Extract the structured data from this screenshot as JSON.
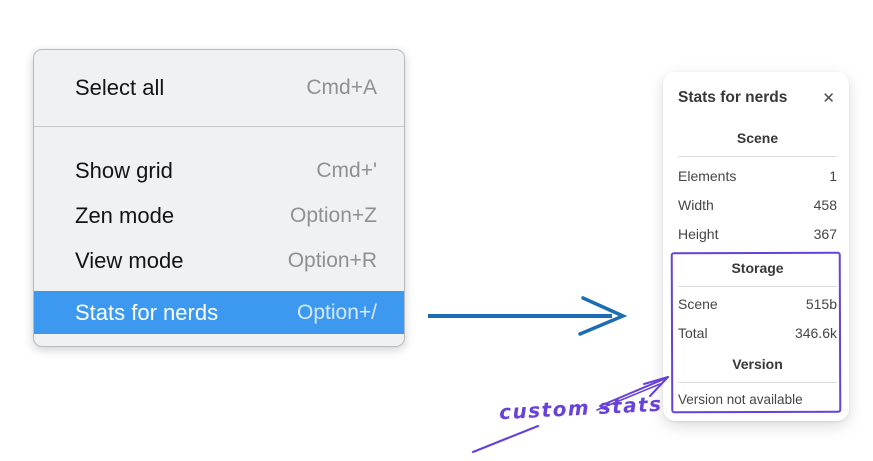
{
  "context_menu": {
    "items": [
      {
        "label": "Select all",
        "shortcut": "Cmd+A",
        "selected": false
      },
      {
        "label": "Show grid",
        "shortcut": "Cmd+'",
        "selected": false
      },
      {
        "label": "Zen mode",
        "shortcut": "Option+Z",
        "selected": false
      },
      {
        "label": "View mode",
        "shortcut": "Option+R",
        "selected": false
      },
      {
        "label": "Stats for nerds",
        "shortcut": "Option+/",
        "selected": true
      }
    ]
  },
  "stats_panel": {
    "title": "Stats for nerds",
    "close_icon": "✕",
    "sections": [
      {
        "heading": "Scene",
        "rows": [
          {
            "label": "Elements",
            "value": "1"
          },
          {
            "label": "Width",
            "value": "458"
          },
          {
            "label": "Height",
            "value": "367"
          }
        ]
      },
      {
        "heading": "Storage",
        "rows": [
          {
            "label": "Scene",
            "value": "515b"
          },
          {
            "label": "Total",
            "value": "346.6k"
          }
        ]
      },
      {
        "heading": "Version",
        "rows": [],
        "note": "Version not available"
      }
    ]
  },
  "annotation": {
    "label": "custom stats"
  },
  "colors": {
    "menu_highlight": "#3d99f0",
    "menu_background": "#eff1f2",
    "flow_arrow_blue": "#1c6db4",
    "annotation_purple": "#6741d9"
  }
}
